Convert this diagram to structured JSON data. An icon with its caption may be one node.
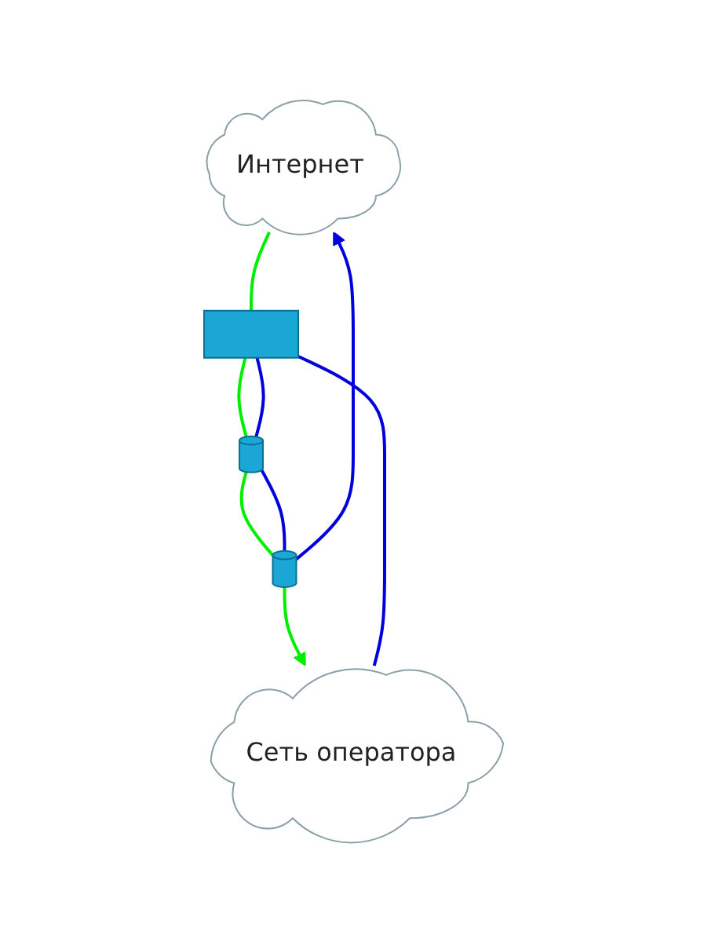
{
  "diagram": {
    "nodes": [
      {
        "text": [
          "Интернет"
        ]
      },
      {
        "text": [],
        "shape": "cylinder"
      },
      {
        "text": [],
        "shape": "box"
      },
      {
        "text": [],
        "shape": "cylinder"
      },
      {
        "text": [
          "Сеть оператора"
        ]
      }
    ],
    "edges": [
      {
        "from": 0,
        "to": 2,
        "arrow": "none",
        "color": "#00ee00"
      },
      {
        "from": 2,
        "to": 3,
        "arrow": "none",
        "color": "#00ee00"
      },
      {
        "from": 3,
        "to": 1,
        "arrow": "none",
        "color": "#00ee00"
      },
      {
        "from": 1,
        "to": 4,
        "arrow": "to",
        "color": "#00ee00"
      },
      {
        "from": 4,
        "to": 2,
        "arrow": "none",
        "color": "#0000dd"
      },
      {
        "from": 2,
        "to": 3,
        "arrow": "none",
        "color": "#0000dd"
      },
      {
        "from": 3,
        "to": 1,
        "arrow": "none",
        "color": "#0000dd"
      },
      {
        "from": 1,
        "to": 0,
        "arrow": "to",
        "color": "#0000dd"
      }
    ]
  }
}
